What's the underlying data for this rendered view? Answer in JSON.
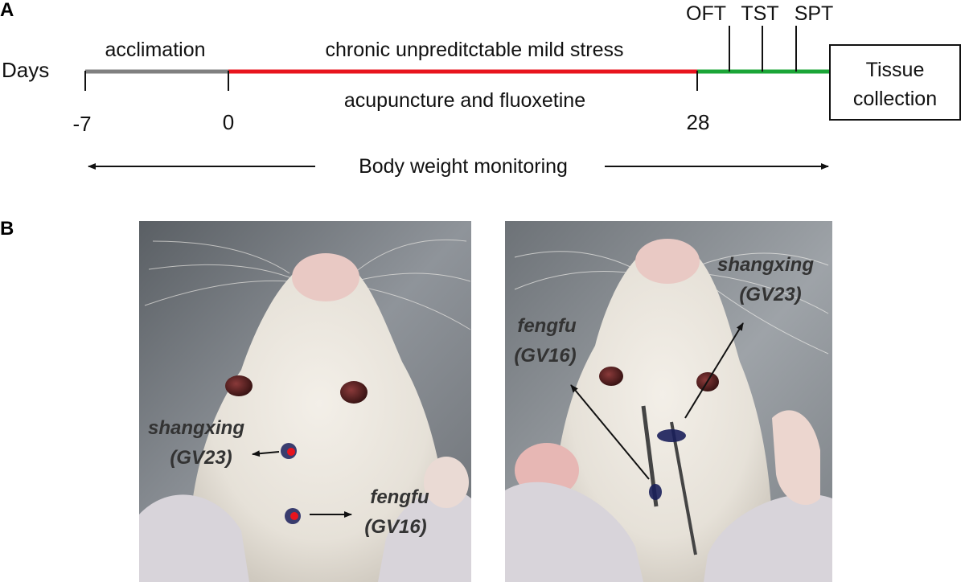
{
  "panel_a": {
    "letter": "A",
    "days_label": "Days",
    "phase_labels": {
      "acclimation": "acclimation",
      "stress": "chronic unpreditctable mild stress",
      "treatment": "acupuncture and fluoxetine"
    },
    "ticks": [
      "-7",
      "0",
      "28"
    ],
    "tests": [
      "OFT",
      "TST",
      "SPT"
    ],
    "tissue_box": [
      "Tissue",
      "collection"
    ],
    "monitoring": "Body weight monitoring",
    "colors": {
      "acclimation": "#808080",
      "stress": "#e8141e",
      "post": "#1ba537"
    }
  },
  "panel_b": {
    "letter": "B",
    "left_photo": {
      "shangxing": [
        "shangxing",
        "(GV23)"
      ],
      "fengfu": [
        "fengfu",
        "(GV16)"
      ],
      "marker_color": "#e8141e"
    },
    "right_photo": {
      "shangxing": [
        "shangxing",
        "(GV23)"
      ],
      "fengfu": [
        "fengfu",
        "(GV16)"
      ]
    }
  }
}
